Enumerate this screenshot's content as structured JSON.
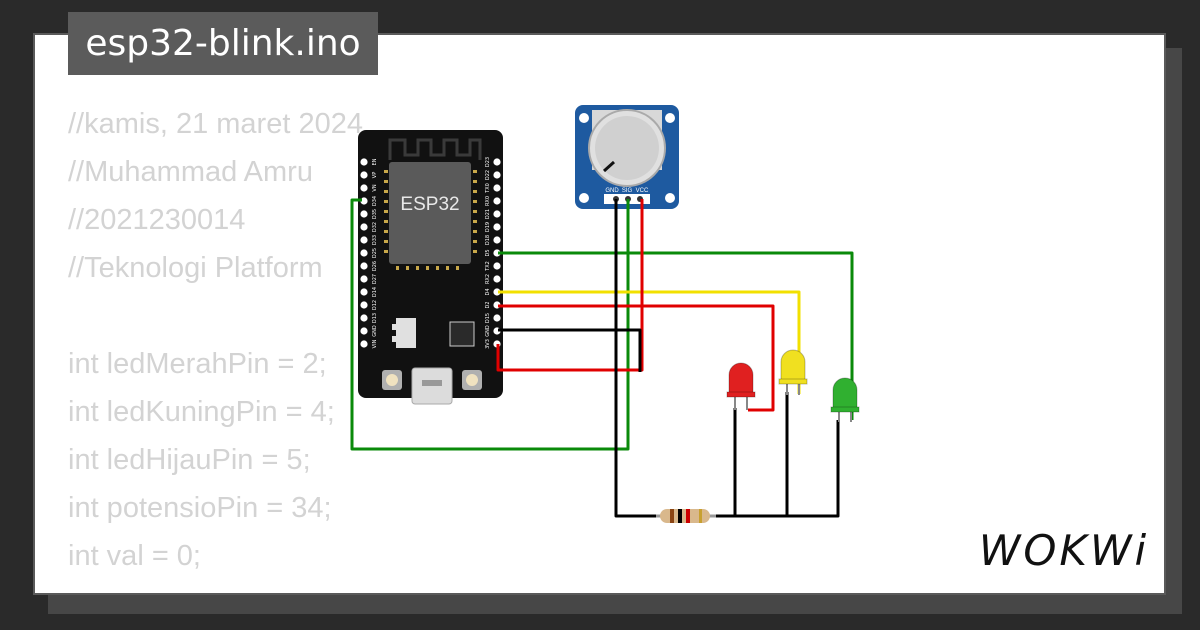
{
  "title": "esp32-blink.ino",
  "code_lines": [
    "//kamis, 21 maret 2024",
    "//Muhammad Amru",
    "//2021230014",
    "//Teknologi Platform",
    "",
    "int ledMerahPin = 2;",
    "int ledKuningPin = 4;",
    "int ledHijauPin = 5;",
    "int potensioPin = 34;",
    "int val = 0;"
  ],
  "esp32": {
    "chip_label": "ESP32",
    "left_pins": [
      "EN",
      "VP",
      "VN",
      "D34",
      "D35",
      "D32",
      "D33",
      "D25",
      "D26",
      "D27",
      "D14",
      "D12",
      "D13",
      "GND",
      "VIN"
    ],
    "right_pins": [
      "D23",
      "D22",
      "TX0",
      "RX0",
      "D21",
      "D19",
      "D18",
      "D5",
      "TX2",
      "RX2",
      "D4",
      "D2",
      "D15",
      "GND",
      "3V3"
    ]
  },
  "potentiometer": {
    "pin_labels": [
      "GND",
      "SIG",
      "VCC"
    ]
  },
  "leds": [
    {
      "name": "red",
      "color": "#e02020"
    },
    {
      "name": "yellow",
      "color": "#f0e020"
    },
    {
      "name": "green",
      "color": "#30b030"
    }
  ],
  "wire_colors": {
    "green": "#0a8a0a",
    "yellow": "#f2e000",
    "red": "#e00000",
    "black": "#000000"
  },
  "brand": {
    "logo": "WOKWi"
  }
}
